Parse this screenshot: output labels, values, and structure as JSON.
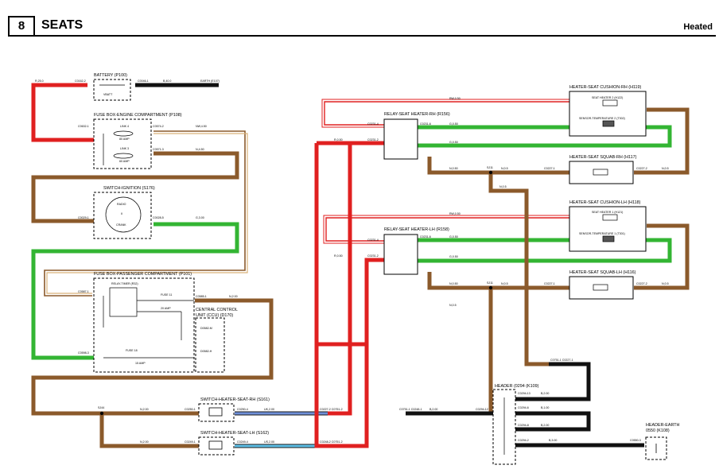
{
  "header": {
    "section_number": "8",
    "section_title": "SEATS",
    "subtitle": "Heated"
  },
  "colors": {
    "red": "#e02020",
    "brown": "#8b5a2b",
    "green": "#33b533",
    "black": "#111111",
    "blue": "#6f8fd8",
    "lightblue": "#5ec0e8"
  },
  "components": {
    "battery": "BATTERY (P100)",
    "fusebox_engine": "FUSE BOX-ENGINE COMPARTMENT (P108)",
    "link4": "LINK 4",
    "link4_amp": "80 AMP",
    "link3": "LINK 3",
    "link3_amp": "60 AMP",
    "ignition": "SWITCH-IGNITION (S176)",
    "fusebox_pass": "FUSE BOX-PASSENGER COMPARTMENT (P101)",
    "relay_timer": "RELAY-TIMER (R32)",
    "fuse11": "FUSE 11",
    "fuse11_amp": "20 AMP",
    "fuse18": "FUSE 18",
    "fuse18_amp": "15 AMP",
    "ccu": "CENTRAL CONTROL",
    "ccu2": "UNIT (CCU) (D170)",
    "sw_rh": "SWITCH-HEATER-SEAT-RH (S161)",
    "sw_lh": "SWITCH-HEATER-SEAT-LH (S162)",
    "relay_rh": "RELAY-SEAT HEATER-RH (R156)",
    "relay_lh": "RELAY-SEAT HEATER-LH (R158)",
    "cushion_rh": "HEATER-SEAT CUSHION-RH (H119)",
    "squab_rh": "HEATER-SEAT SQUAB-RH (H117)",
    "cushion_lh": "HEATER-SEAT CUSHION-LH (H118)",
    "squab_lh": "HEATER-SEAT SQUAB-LH (H116)",
    "seat_heater_rh": "SEAT HEATER 2 (H122)",
    "sensor_rh": "SENSOR-TEMPERATURE 2 (T302)",
    "seat_heater_lh": "SEAT HEATER 1 (H121)",
    "sensor_lh": "SENSOR-TEMPERATURE 1 (T301)",
    "header_k109": "HEADER (0294 (K109)",
    "header_earth": "HEADER-EARTH",
    "header_earth2": "0550 (K108)",
    "sj44": "SJ44",
    "sj11a": "SJ11",
    "sj11b": "SJ11"
  },
  "wire_labels": {
    "r25": "R,25.0",
    "c0162": "C0162-2",
    "c0046": "C0046-1",
    "b40": "B,40.0",
    "earth": "EARTH (E107)",
    "c0632": "C0632-1",
    "c0574": "C0574-2",
    "nw45": "NW,4.50",
    "c0571": "C0571-3",
    "n45": "N,4.50",
    "c0029": "C0029-1",
    "c0028": "C0028-5",
    "g30": "G,3.00",
    "c0587": "C0587-1",
    "c0585": "C0585-1",
    "n20a": "N,2.00",
    "d0582m": "D0582-M",
    "d0582h": "D0582-H",
    "c0598": "C0598-3",
    "c0231_4a": "C0231-4",
    "c0231_2a": "C0231-2",
    "c0231_6a": "C0231-6",
    "r05a": "R,0.50",
    "rw05a": "RW,0.50",
    "g05a": "G,0.50",
    "g05b": "G,0.50",
    "c0231_4b": "C0231-4",
    "c0231_2b": "C0231-2",
    "c0231_6b": "C0231-6",
    "r05b": "R,0.50",
    "rw05b": "RW,0.50",
    "g05c": "G,0.50",
    "g05d": "G,0.50",
    "n05a": "N,0.50",
    "n05b": "N,0.5",
    "c0227a": "C0227-1",
    "c0227b": "C0227-2",
    "n05c": "N,0.5",
    "n05d": "N,0.5",
    "n05e": "N,0.50",
    "c0227c": "C0227-1",
    "c0227d": "C0227-2",
    "n05f": "N,0.5",
    "n05g": "N,0.5",
    "n05h": "N,0.5",
    "n20b": "N,2.00",
    "c0250_1": "C0250-1",
    "c0250_4": "C0250-4",
    "uk20": "UK,2.00",
    "c0227_2": "C0227-2 C0751-2",
    "n20c": "N,2.00",
    "c0249_1": "C0249-1",
    "c0249_4": "C0249-4",
    "us20": "US,2.00",
    "c0248": "C0248-2 C0751-2",
    "c0751": "C0751-1 C0248-1",
    "b20a": "B,2.00",
    "c0294_12": "C0294-12",
    "c0751b": "C0751-1 C0227-1",
    "c0294_13": "C0294-13",
    "b20b": "B,2.00",
    "c0294_6": "C0294-6",
    "b10": "B,1.00",
    "c0294_8": "C0294-8",
    "b20c": "B,2.00",
    "c0294_2": "C0294-2",
    "b30": "B,3.00",
    "c0550": "C0550-3"
  }
}
